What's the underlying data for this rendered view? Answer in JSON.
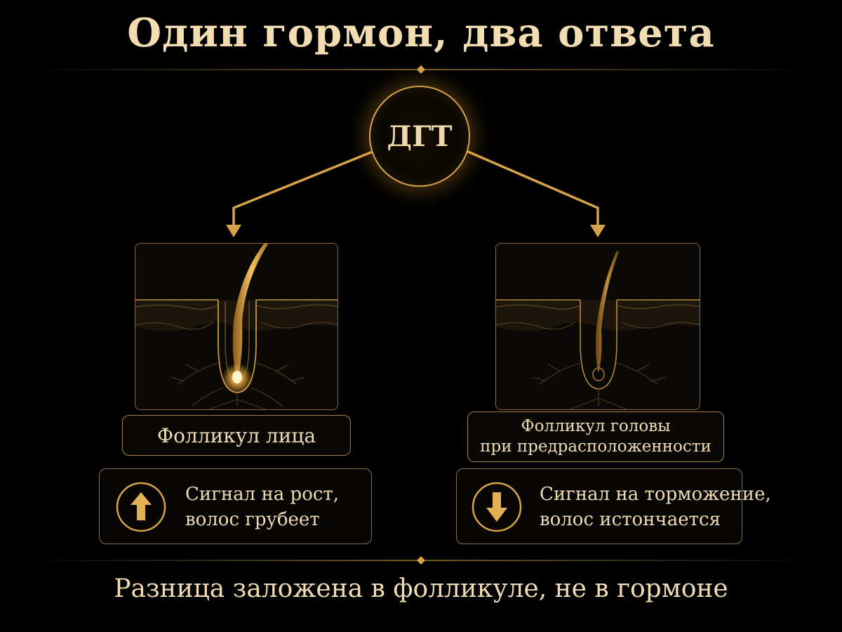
{
  "title": "Один гормон, два ответа",
  "hormone": {
    "label": "ДГТ"
  },
  "branches": [
    {
      "follicle_label": [
        "Фолликул лица"
      ],
      "effect_direction": "up",
      "effect_text": [
        "Сигнал на рост,",
        "волос грубеет"
      ]
    },
    {
      "follicle_label": [
        "Фолликул головы",
        "при предрасположенности"
      ],
      "effect_direction": "down",
      "effect_text": [
        "Сигнал на торможение,",
        "волос истончается"
      ]
    }
  ],
  "footer": "Разница заложена в фолликуле, не в гормоне",
  "icons": [
    "arrow-up-icon",
    "arrow-down-icon"
  ],
  "colors": {
    "accent": "#d7a347",
    "text": "#f0dcb4",
    "background": "#000000"
  }
}
